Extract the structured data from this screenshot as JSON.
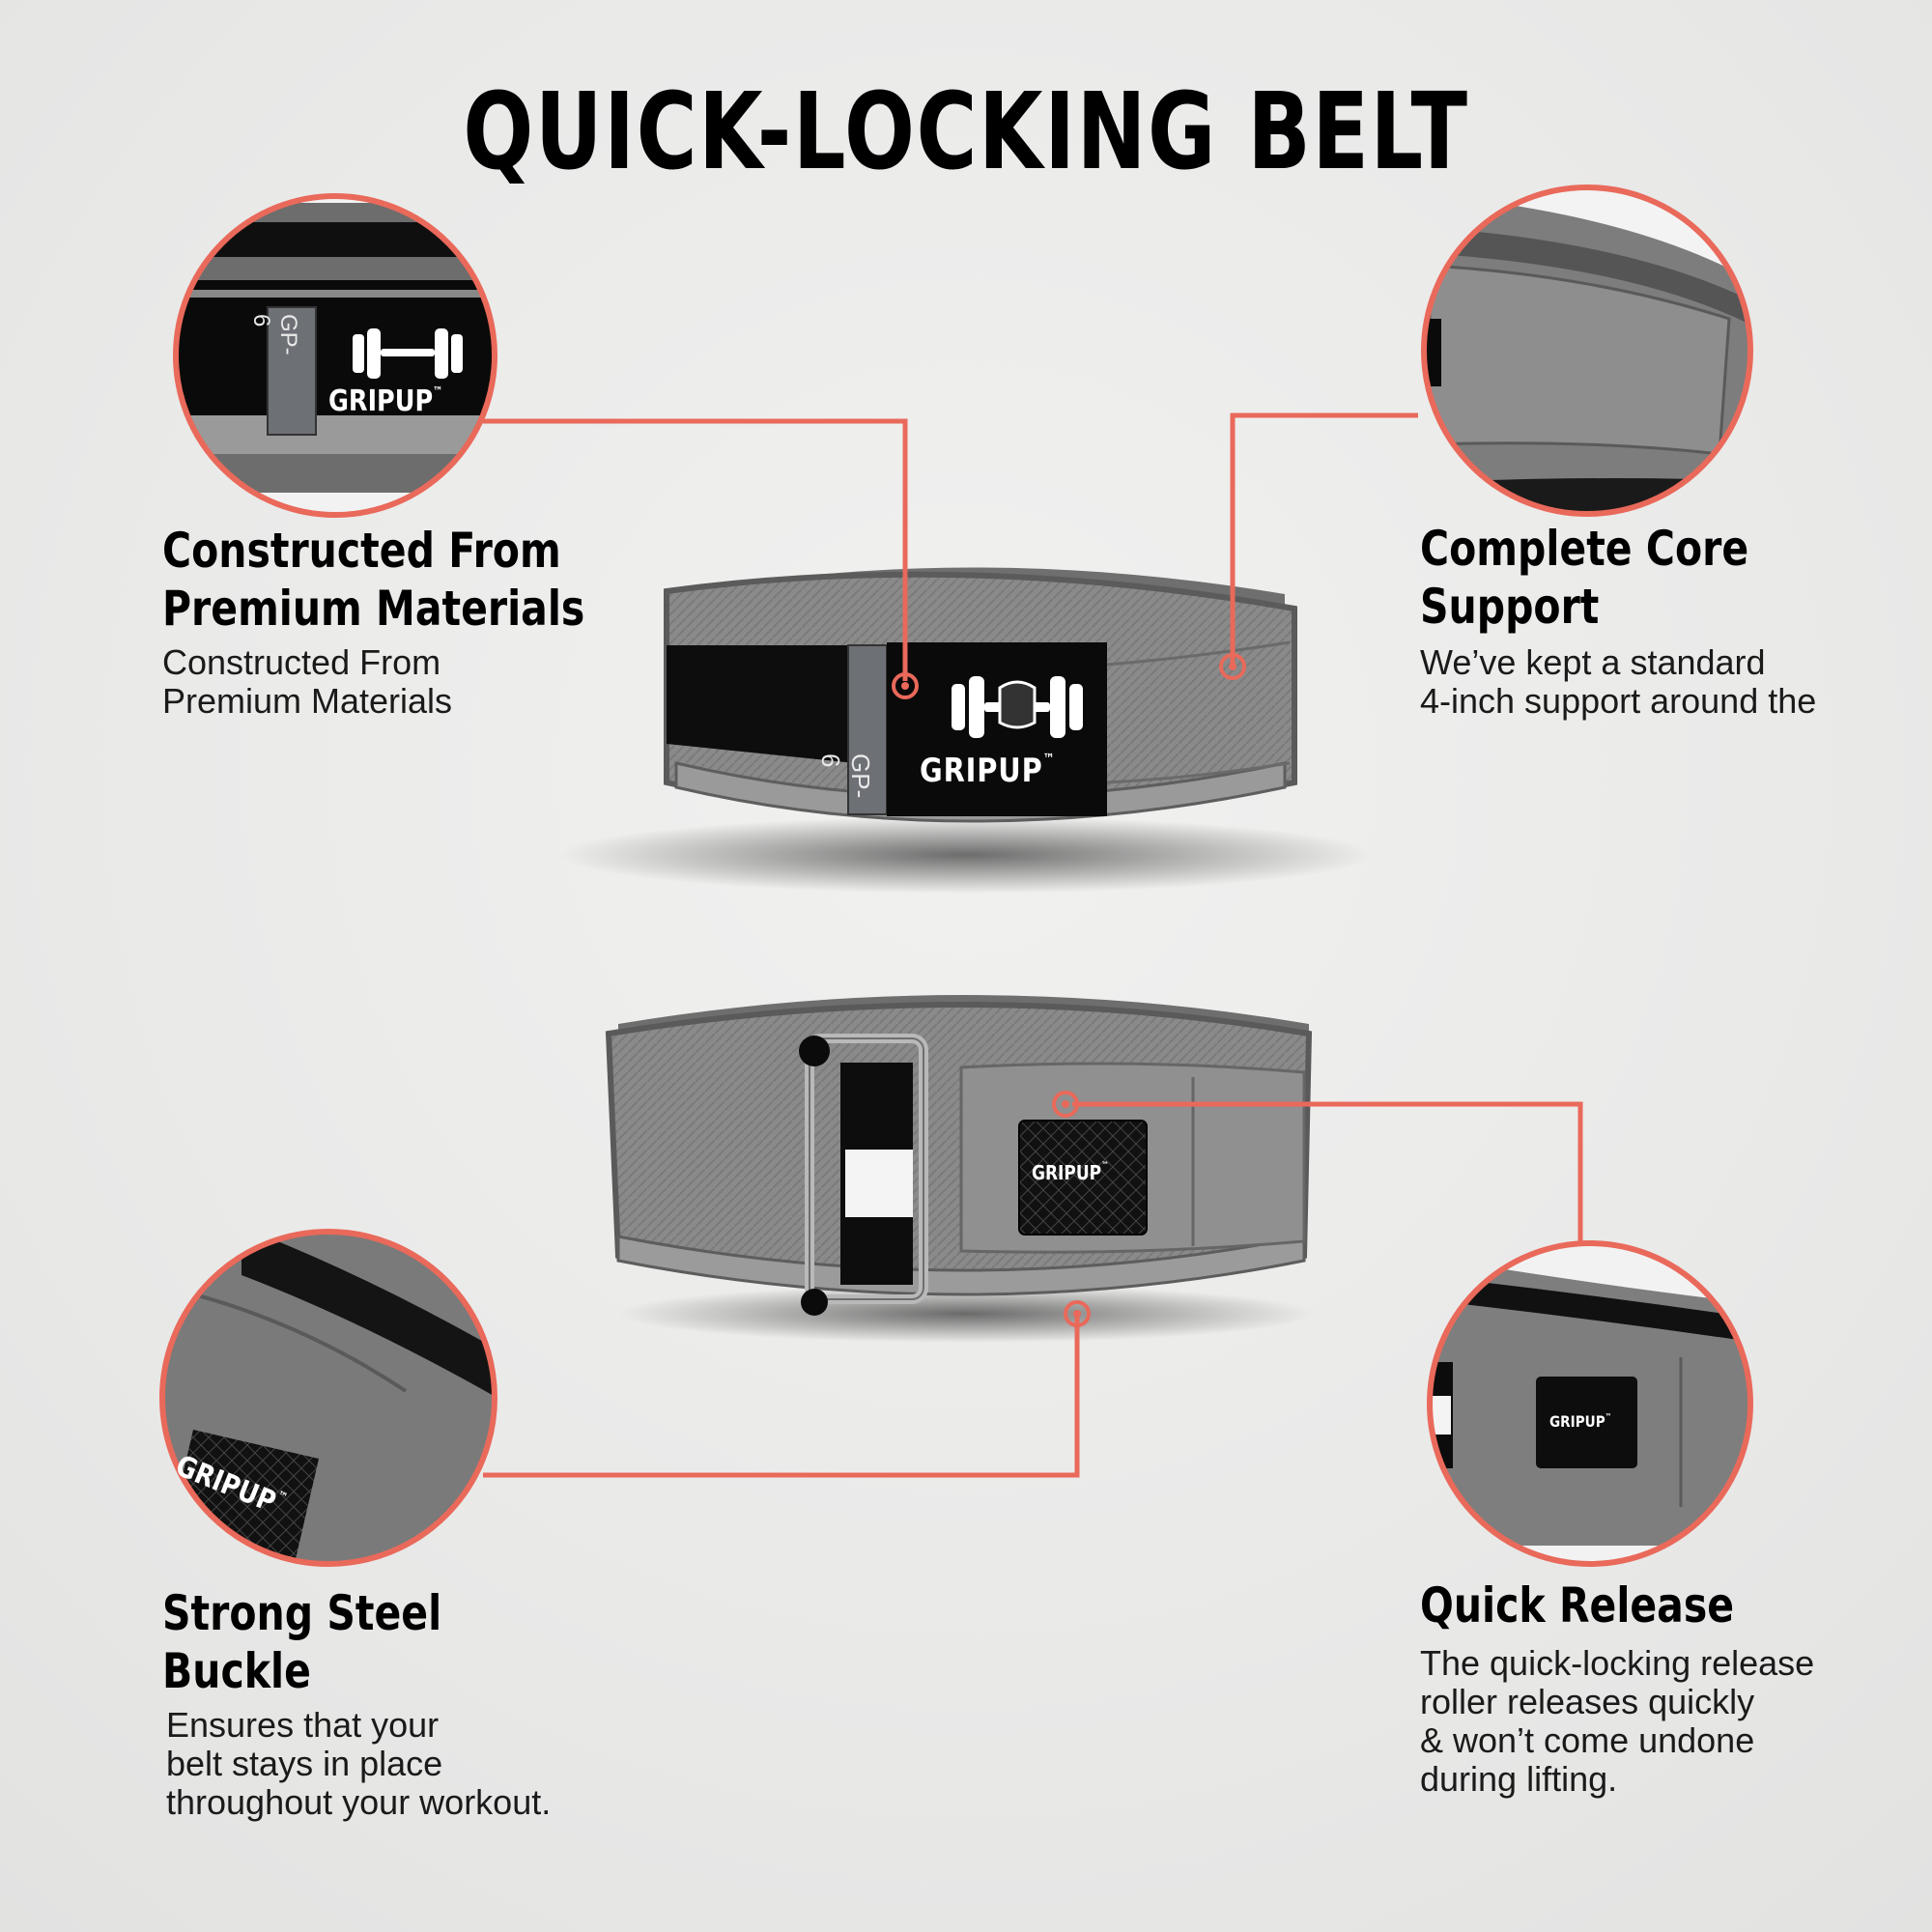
{
  "title": "QUICK-LOCKING BELT",
  "brand": {
    "logo_text": "GRIPUP",
    "trademark": "™",
    "model_tag": "GP-6"
  },
  "accent_color": "#e9695a",
  "features": [
    {
      "heading_lines": [
        "Constructed From",
        "Premium Materials"
      ],
      "body_lines": [
        "Constructed From",
        "Premium Materials"
      ]
    },
    {
      "heading_lines": [
        "Complete Core",
        "Support"
      ],
      "body_lines": [
        "We’ve kept a standard",
        "4-inch support around the"
      ]
    },
    {
      "heading_lines": [
        "Strong Steel",
        "Buckle"
      ],
      "body_lines": [
        "Ensures that your",
        "belt stays in place",
        "throughout your workout."
      ]
    },
    {
      "heading_lines": [
        "Quick Release"
      ],
      "body_lines": [
        "The quick-locking release",
        "roller releases quickly",
        "& won’t come undone",
        "during lifting."
      ]
    }
  ]
}
